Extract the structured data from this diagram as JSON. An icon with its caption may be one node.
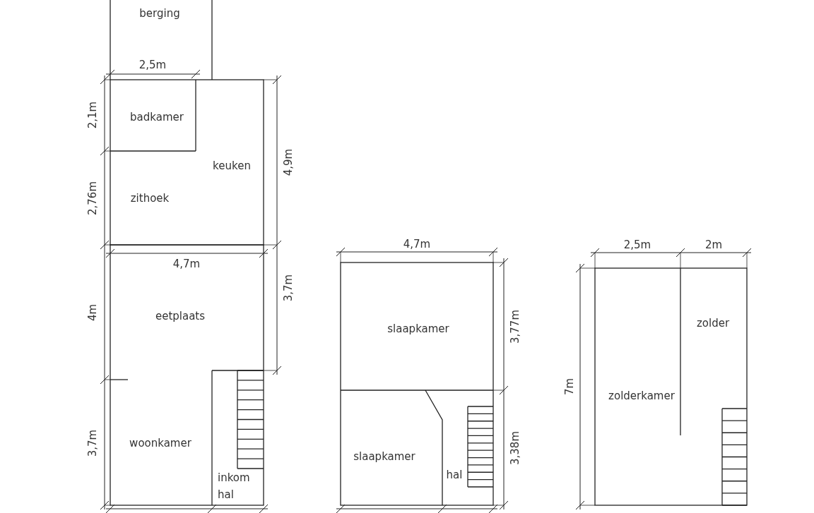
{
  "diagram": {
    "labels": [
      "berging",
      "2,5m",
      "2,1m",
      "badkamer",
      "keuken",
      "4,9m",
      "2,76m",
      "zithoek",
      "4,7m",
      "4m",
      "eetplaats",
      "3,7m",
      "3,7m",
      "woonkamer",
      "inkom hal",
      "4,7m",
      "slaapkamer",
      "3,77m",
      "slaapkamer",
      "hal",
      "3,38m",
      "2,5m",
      "2m",
      "7m",
      "zolderkamer",
      "zolder"
    ]
  }
}
